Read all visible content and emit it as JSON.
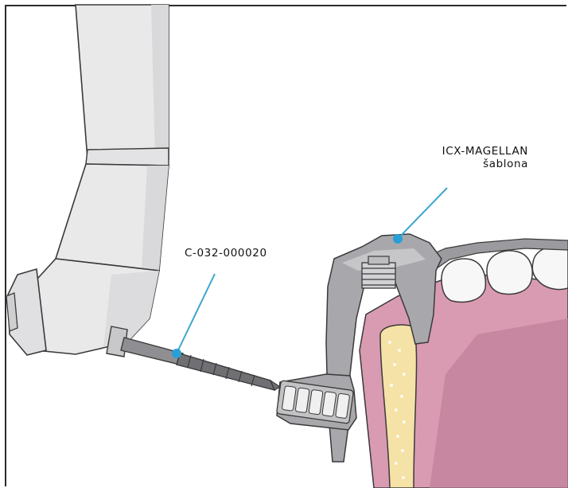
{
  "labels": {
    "drill_code": "C-032-000020",
    "template_line1": "ICX-MAGELLAN",
    "template_line2": "šablona"
  },
  "colors": {
    "handpiece_fill": "#e9e9ea",
    "handpiece_stroke": "#3a3a3a",
    "metal_fill": "#8f8f93",
    "drill_fill": "#6f6f74",
    "gum_fill": "#d99bb2",
    "gum_dark": "#bf7f99",
    "bone_fill": "#f5e2a6",
    "tooth_fill": "#f7f7f7",
    "leader_line": "#3aa6cf",
    "marker_dot": "#2a9fd6"
  }
}
